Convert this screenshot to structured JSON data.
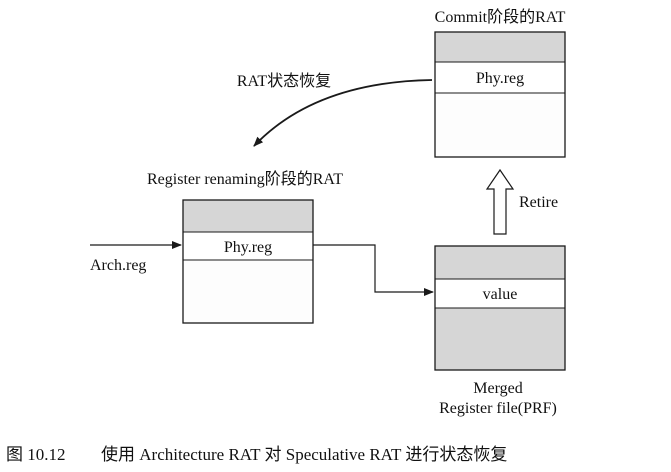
{
  "diagram": {
    "commit_rat": {
      "title": "Commit阶段的RAT",
      "cell_label": "Phy.reg"
    },
    "rename_rat": {
      "title": "Register renaming阶段的RAT",
      "cell_label": "Phy.reg",
      "input_label": "Arch.reg"
    },
    "prf": {
      "cell_label": "value",
      "label_line1": "Merged",
      "label_line2": "Register file(PRF)"
    },
    "arrows": {
      "recovery_label": "RAT状态恢复",
      "retire_label": "Retire"
    }
  },
  "caption": {
    "number": "图 10.12",
    "text": "使用 Architecture RAT 对 Speculative RAT 进行状态恢复"
  }
}
